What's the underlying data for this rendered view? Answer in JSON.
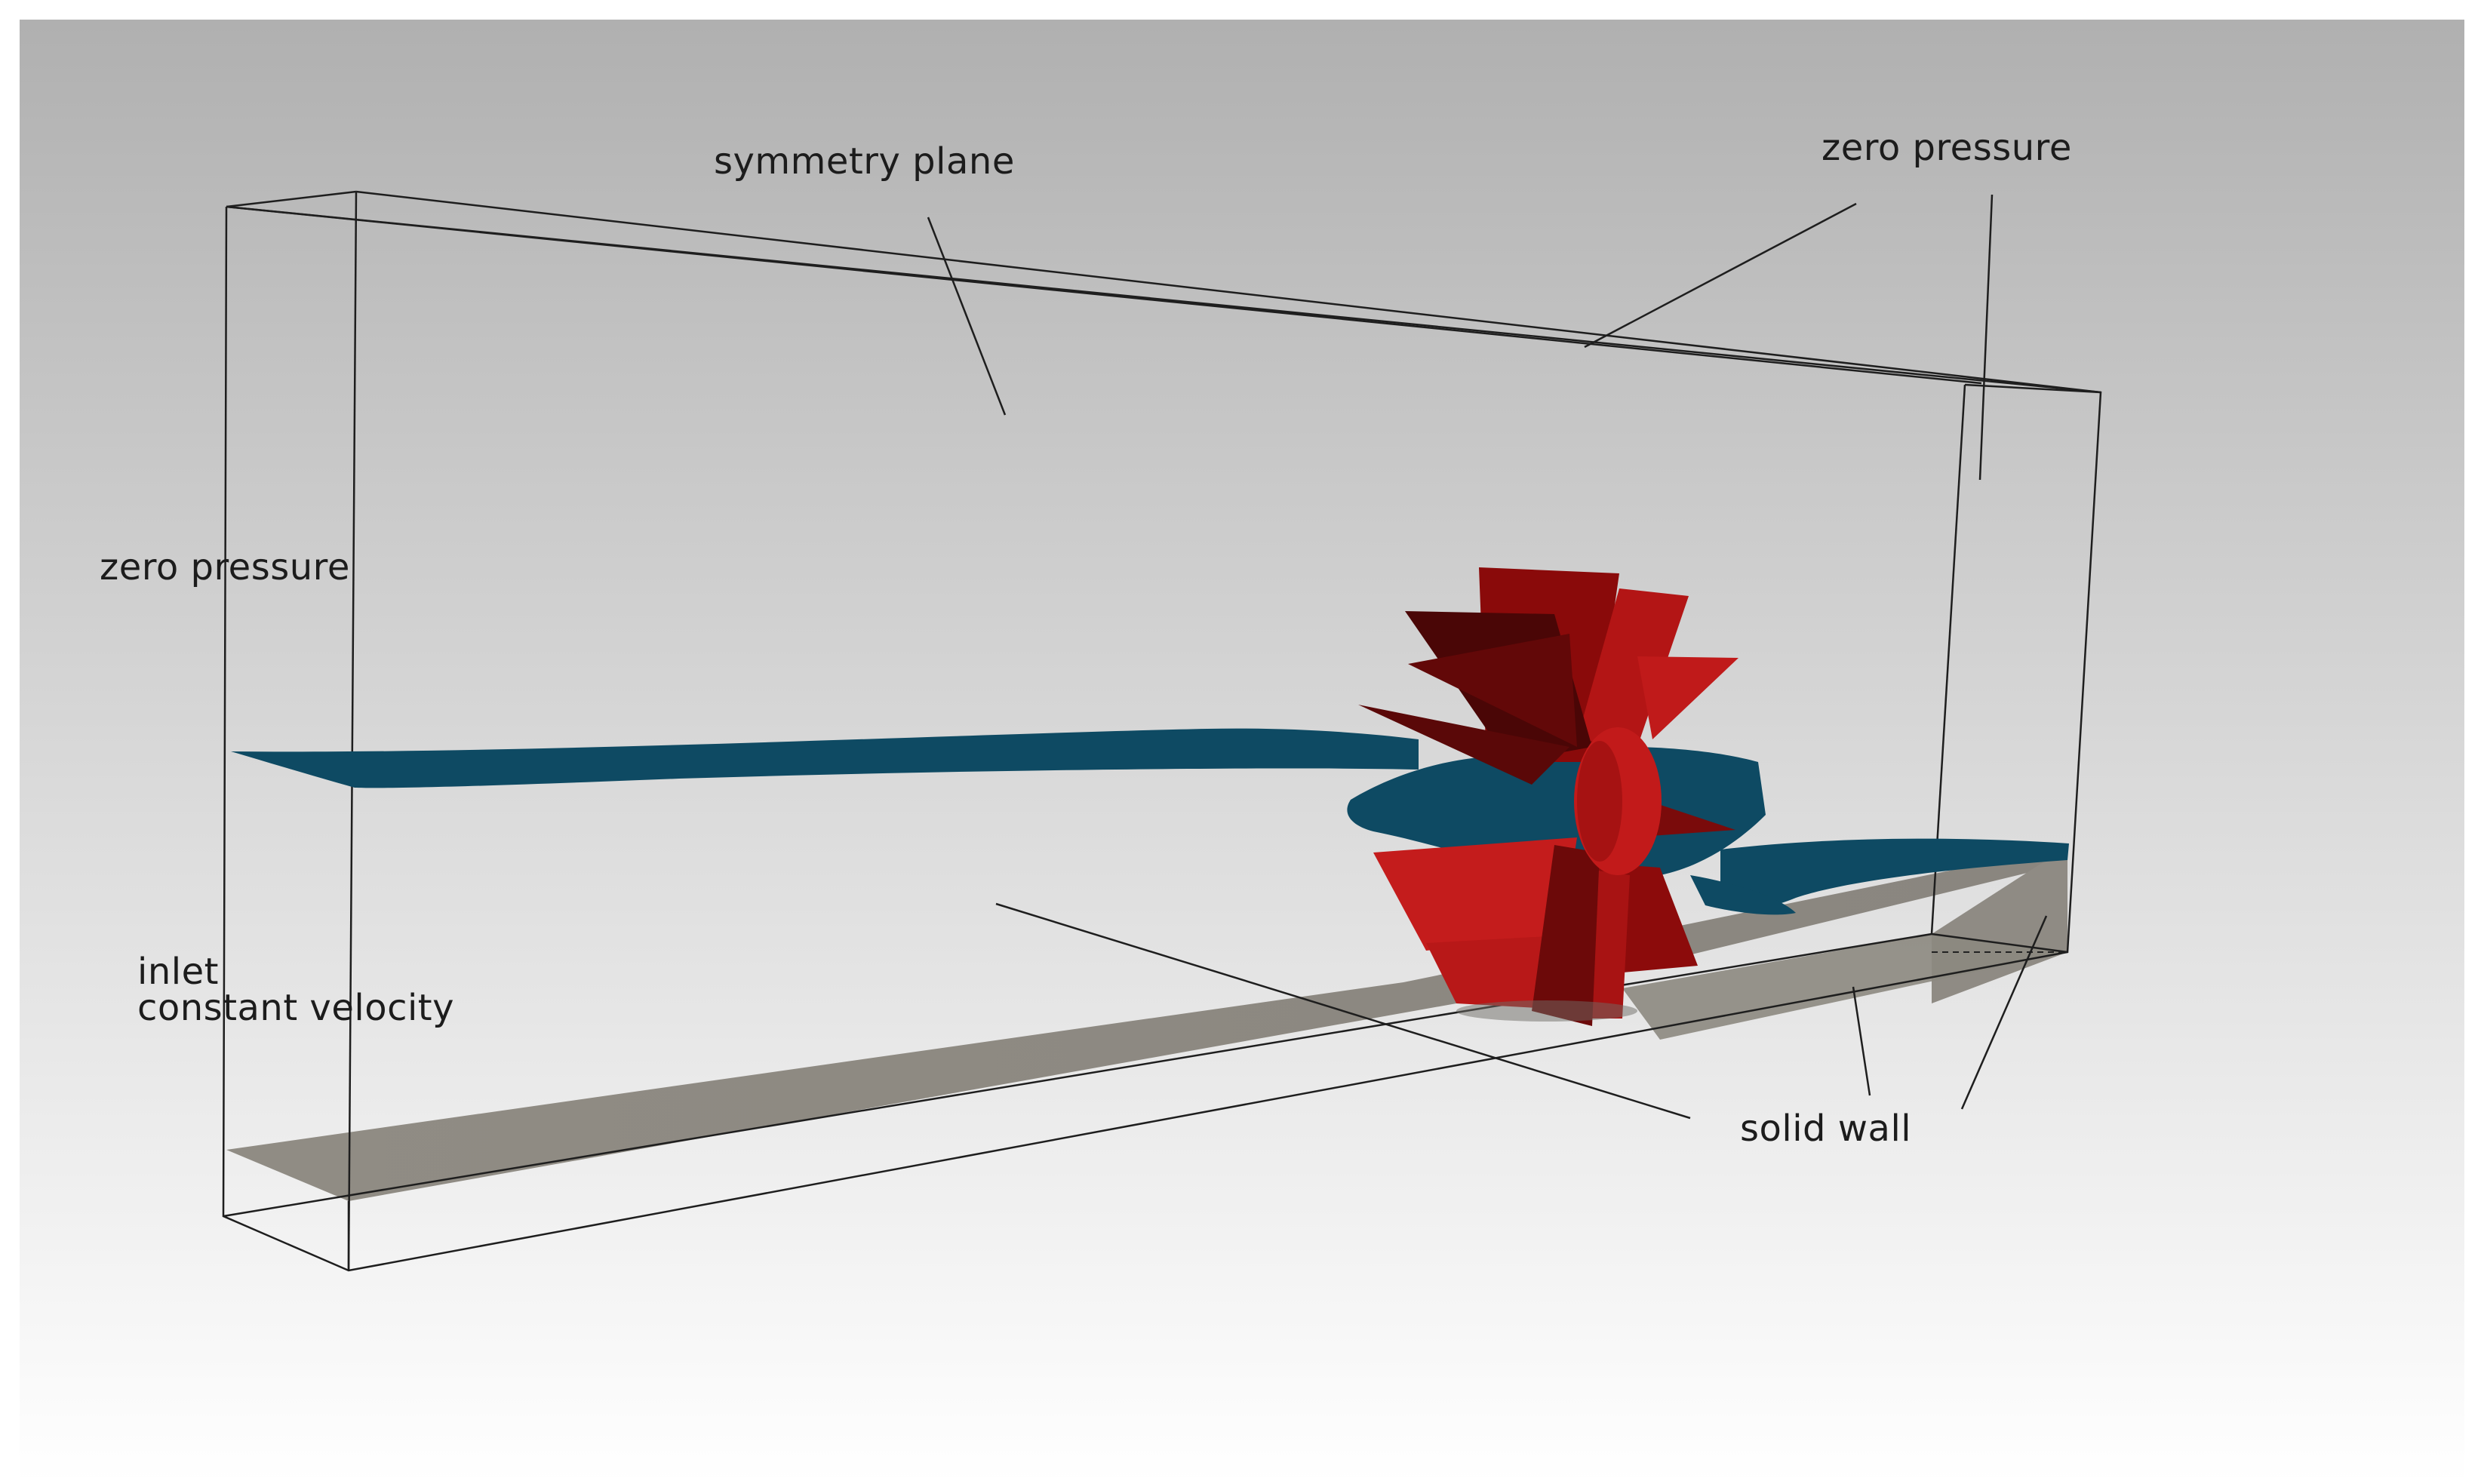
{
  "labels": {
    "symmetry_plane": "symmetry plane",
    "zero_pressure_top": "zero pressure",
    "zero_pressure_left": "zero pressure",
    "inlet": "inlet",
    "constant_velocity": "constant velocity",
    "solid_wall": "solid wall"
  },
  "colors": {
    "background_top": "#b2b2b2",
    "background_bottom": "#ffffff",
    "frame": "#1a1a1a",
    "floor": "#8e8a82",
    "flow_surface": "#0e4a63",
    "rotor": "#b01414",
    "rotor_dark": "#5a0808"
  }
}
